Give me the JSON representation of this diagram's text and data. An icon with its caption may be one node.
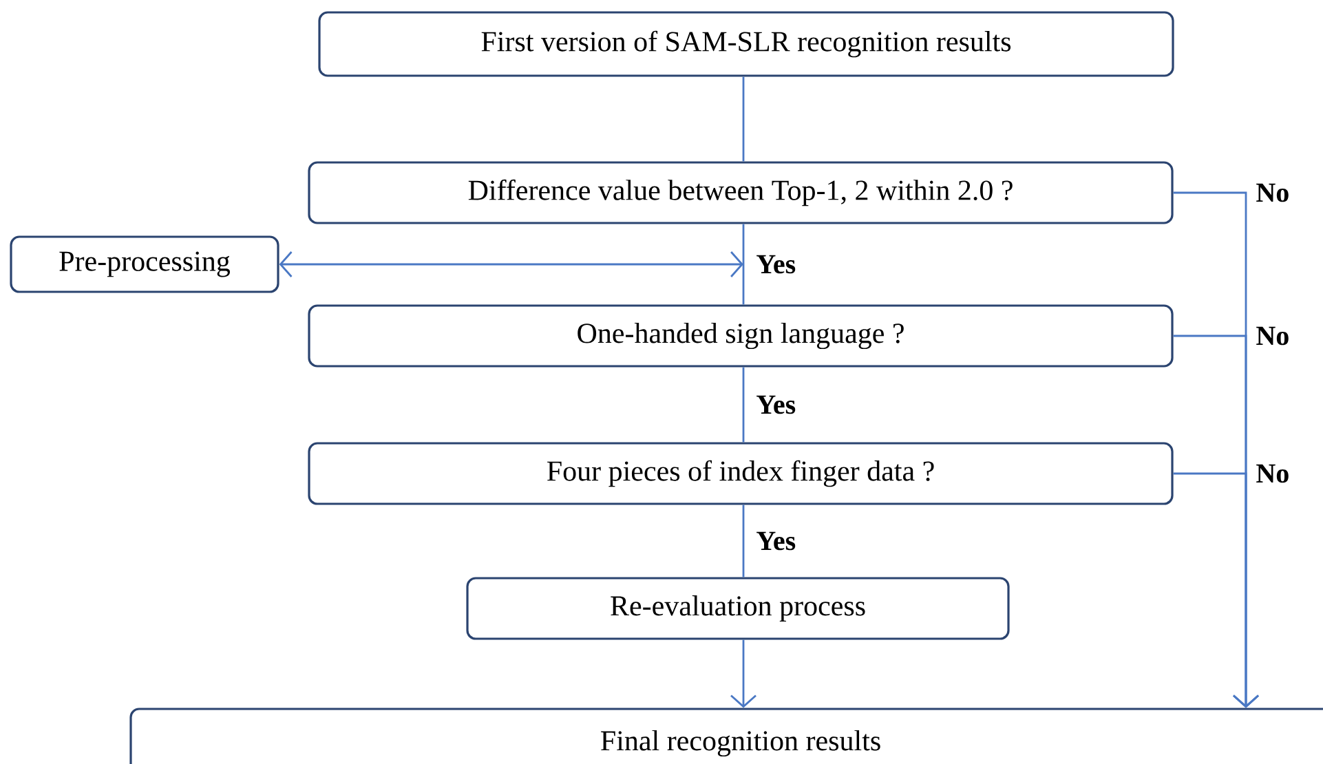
{
  "diagram": {
    "nodes": [
      {
        "text": [
          "First version of SAM-SLR recognition results"
        ]
      },
      {
        "text": [
          "Difference value between Top-1, 2 within 2.0 ?"
        ]
      },
      {
        "text": [
          "Pre-processing"
        ]
      },
      {
        "text": [
          "One-handed sign language ?"
        ]
      },
      {
        "text": [
          "Four pieces of index finger data ?"
        ]
      },
      {
        "text": [
          "Re-evaluation process"
        ]
      },
      {
        "text": [
          "Final recognition results"
        ]
      }
    ],
    "edges": [
      {
        "from": 0,
        "to": 1,
        "arrow": "none"
      },
      {
        "from": 1,
        "to": 3,
        "arrow": "none",
        "label": "Yes"
      },
      {
        "from": 2,
        "to": null,
        "arrow": "both"
      },
      {
        "from": 3,
        "to": 4,
        "arrow": "none",
        "label": "Yes"
      },
      {
        "from": 4,
        "to": 5,
        "arrow": "none",
        "label": "Yes"
      },
      {
        "from": 5,
        "to": 6,
        "arrow": "to"
      },
      {
        "from": 1,
        "to": 6,
        "arrow": "to",
        "label": "No"
      },
      {
        "from": 3,
        "to": 6,
        "arrow": "to",
        "label": "No"
      },
      {
        "from": 4,
        "to": 6,
        "arrow": "to",
        "label": "No"
      }
    ]
  }
}
